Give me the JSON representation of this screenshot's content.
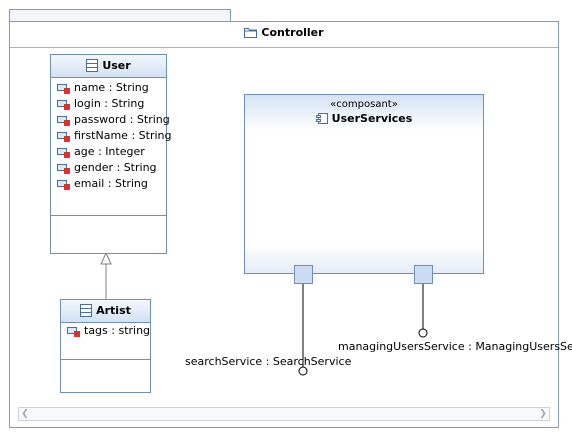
{
  "frame": {
    "title": "Controller"
  },
  "user_class": {
    "name": "User",
    "attributes": [
      "name : String",
      "login : String",
      "password : String",
      "firstName : String",
      "age : Integer",
      "gender : String",
      "email : String"
    ]
  },
  "artist_class": {
    "name": "Artist",
    "attributes": [
      "tags : string"
    ]
  },
  "component": {
    "stereotype": "«composant»",
    "name": "UserServices"
  },
  "services": [
    {
      "label": "searchService : SearchService"
    },
    {
      "label": "managingUsersService : ManagingUsersServ"
    }
  ],
  "colors": {
    "border": "#6f8fb8",
    "header": "#d2e2f4",
    "port": "#c9dcf1",
    "attr_icon_red": "#d9342b"
  }
}
